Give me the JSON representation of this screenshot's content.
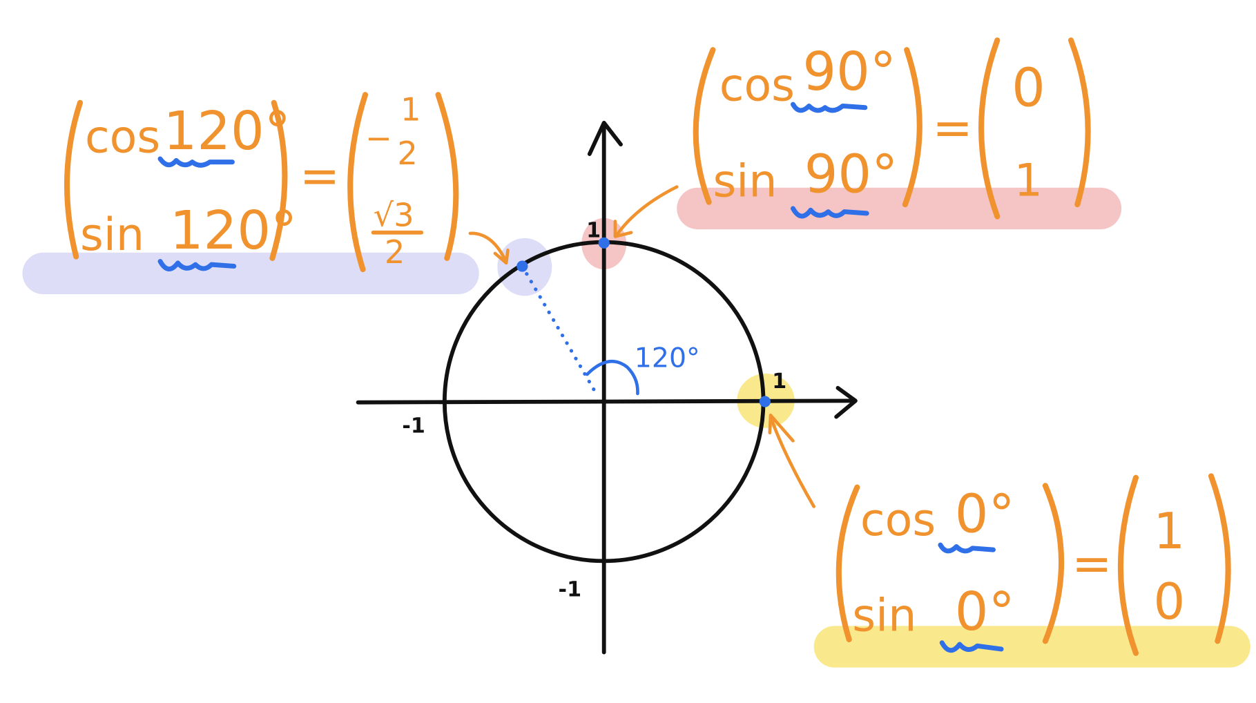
{
  "colors": {
    "annotation": "#F0932F",
    "angle": "#2F6FE8",
    "axes": "#111111",
    "highlight_120": "#DDDDF8",
    "highlight_90": "#F5C5C5",
    "highlight_0": "#FAE98C"
  },
  "axes": {
    "x_pos_tick": "1",
    "x_neg_tick": "-1",
    "y_pos_tick": "1",
    "y_neg_tick": "-1"
  },
  "angle_label": "120°",
  "matrix_120": {
    "cos": "cos",
    "sin": "sin",
    "angle_top": "120°",
    "angle_bottom": "120°",
    "equals": "=",
    "value_top_sign": "−",
    "value_top_num": "1",
    "value_top_den": "2",
    "value_bottom_num": "√3",
    "value_bottom_den": "2"
  },
  "matrix_90": {
    "cos": "cos",
    "sin": "sin",
    "angle_top": "90°",
    "angle_bottom": "90°",
    "equals": "=",
    "value_top": "0",
    "value_bottom": "1"
  },
  "matrix_0": {
    "cos": "cos",
    "sin": "sin",
    "angle_top": "0°",
    "angle_bottom": "0°",
    "equals": "=",
    "value_top": "1",
    "value_bottom": "0"
  }
}
